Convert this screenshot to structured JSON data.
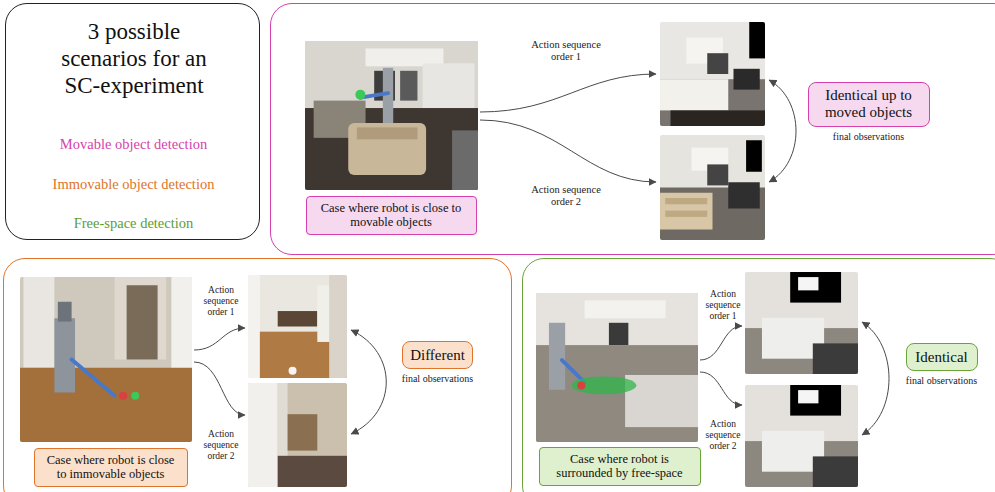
{
  "diagram": {
    "nodes": [
      {
        "text": [
          "3 possible scenarios for an SC-experiment",
          "Movable object detection",
          "Immovable object detection",
          "Free-space detection"
        ]
      },
      {
        "text": [
          "Action sequence order 1",
          "Action sequence order 2"
        ]
      },
      {
        "text": [
          "Case where robot is close to movable objects"
        ],
        "in": 1
      },
      {
        "text": [
          "Identical up to moved objects",
          "final observations"
        ],
        "in": 1
      },
      {
        "text": [
          "Action sequence order 1",
          "Action sequence order 2"
        ]
      },
      {
        "text": [
          "Case where robot is close to immovable objects"
        ],
        "in": 4
      },
      {
        "text": [
          "Different",
          "final observations"
        ],
        "in": 4
      },
      {
        "text": [
          "Action sequence order 1",
          "Action sequence order 2"
        ]
      },
      {
        "text": [
          "Case where robot is surrounded by free-space"
        ],
        "in": 7
      },
      {
        "text": [
          "Identical",
          "final observations"
        ],
        "in": 7
      }
    ]
  }
}
